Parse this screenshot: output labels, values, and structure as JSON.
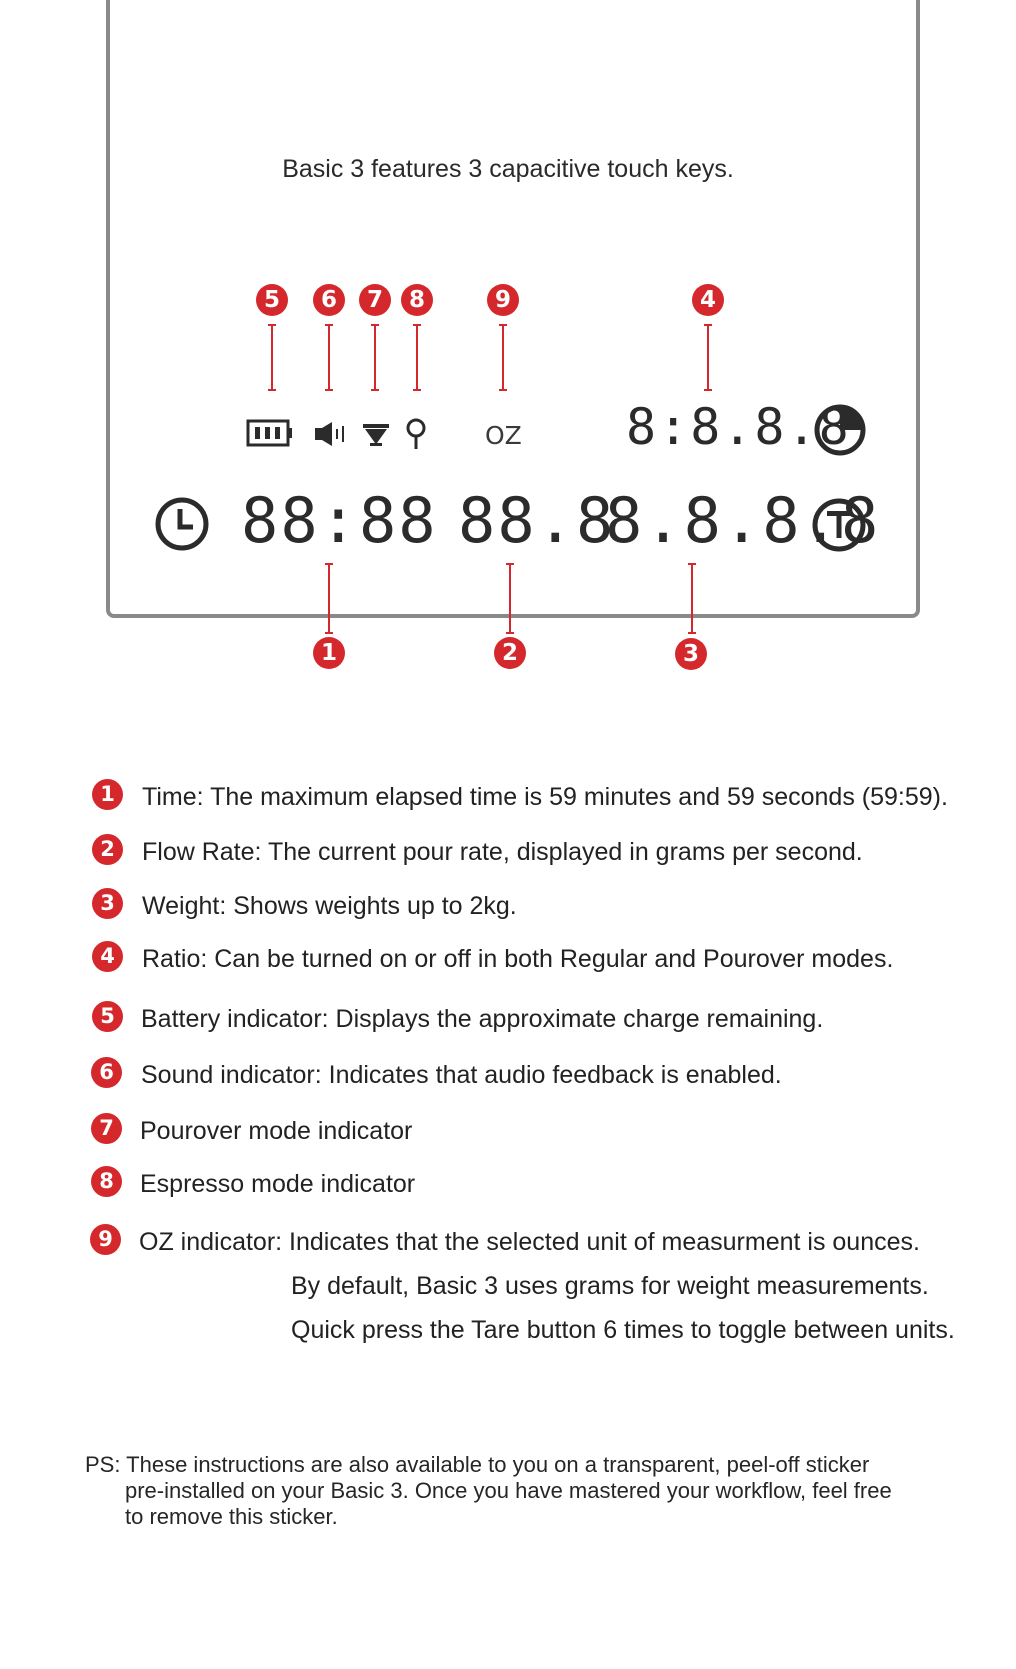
{
  "diagram": {
    "intro": "Basic 3 features 3 capacitive touch keys.",
    "display": {
      "oz_label": "OZ",
      "ratio_digits": "8:8.8.8",
      "time_digits": "88:88",
      "flow_digits": "88.8",
      "weight_digits": "8.8.8.8"
    },
    "icons": [
      "battery-icon",
      "sound-icon",
      "pourover-icon",
      "espresso-icon",
      "pie-timer-icon",
      "clock-icon",
      "tare-power-icon"
    ],
    "callouts": [
      "1",
      "2",
      "3",
      "4",
      "5",
      "6",
      "7",
      "8",
      "9"
    ],
    "accent_color": "#d4282c"
  },
  "legend": [
    {
      "num": "1",
      "text": "Time: The maximum elapsed time is 59 minutes and 59 seconds (59:59)."
    },
    {
      "num": "2",
      "text": "Flow Rate: The current pour rate, displayed in grams per second."
    },
    {
      "num": "3",
      "text": "Weight: Shows weights up to 2kg."
    },
    {
      "num": "4",
      "text": "Ratio: Can be turned on or off in both Regular and Pourover modes."
    },
    {
      "num": "5",
      "text": "Battery indicator: Displays the approximate charge remaining."
    },
    {
      "num": "6",
      "text": "Sound indicator: Indicates that audio feedback is enabled."
    },
    {
      "num": "7",
      "text": "Pourover mode indicator"
    },
    {
      "num": "8",
      "text": "Espresso mode indicator"
    },
    {
      "num": "9",
      "text": "OZ indicator: Indicates that the selected unit of measurment is ounces."
    }
  ],
  "oz_notes": [
    "By default, Basic 3 uses grams for weight measurements.",
    "Quick press the Tare button 6 times to toggle between units."
  ],
  "ps": {
    "line1": "PS: These instructions are also available to you on a transparent, peel-off sticker",
    "line2": "pre-installed on your Basic 3. Once you have mastered your workflow, feel free",
    "line3": "to remove this sticker."
  }
}
